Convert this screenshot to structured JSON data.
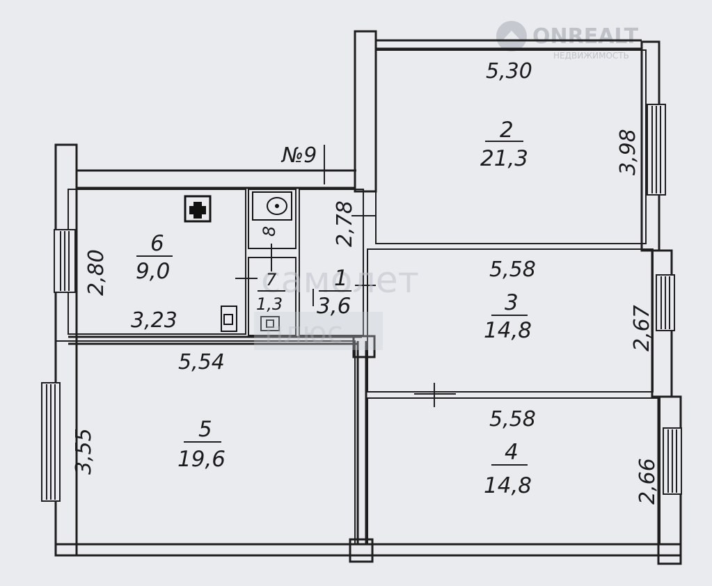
{
  "plan": {
    "apartment_label": "№9",
    "watermark": {
      "brand": "ONREALT",
      "tagline": "НЕДВИЖИМОСТЬ",
      "center_text_1": "самолет",
      "center_text_2": "плюс"
    },
    "rooms": [
      {
        "id": "1",
        "area": "3,6"
      },
      {
        "id": "2",
        "area": "21,3"
      },
      {
        "id": "3",
        "area": "14,8"
      },
      {
        "id": "4",
        "area": "14,8"
      },
      {
        "id": "5",
        "area": "19,6"
      },
      {
        "id": "6",
        "area": "9,0"
      },
      {
        "id": "7",
        "area": "1,3"
      },
      {
        "id": "8",
        "area": ""
      }
    ],
    "dimensions": {
      "room2_width": "5,30",
      "room2_height": "3,98",
      "room1_height": "2,78",
      "room3_width": "5,58",
      "room3_height": "2,67",
      "room4_width": "5,58",
      "room4_height": "2,66",
      "room5_width": "5,54",
      "room5_height": "3,55",
      "room6_width": "3,23",
      "room6_height": "2,80"
    }
  }
}
